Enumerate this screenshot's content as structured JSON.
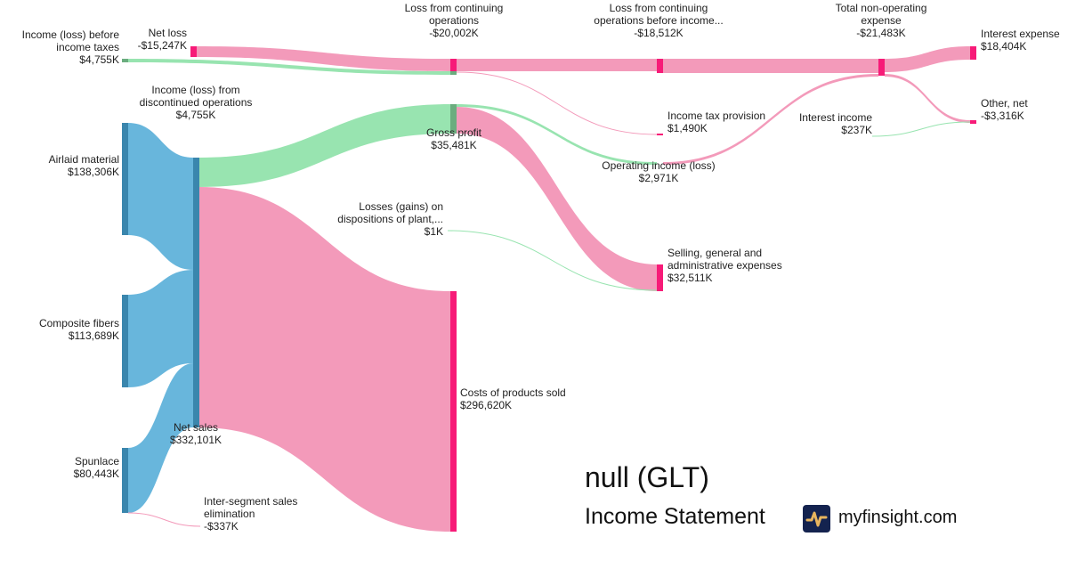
{
  "nodes": {
    "income_before_taxes": {
      "label": "Income (loss) before income taxes",
      "l1": "Income (loss) before",
      "l2": "income taxes",
      "value": "$4,755K"
    },
    "net_loss": {
      "label": "Net loss",
      "value": "-$15,247K"
    },
    "discontinued": {
      "l1": "Income (loss) from",
      "l2": "discontinued operations",
      "value": "$4,755K"
    },
    "loss_continuing": {
      "l1": "Loss from continuing",
      "l2": "operations",
      "value": "-$20,002K"
    },
    "loss_before_income": {
      "l1": "Loss from continuing",
      "l2": "operations before income...",
      "value": "-$18,512K"
    },
    "total_nonop": {
      "l1": "Total non-operating",
      "l2": "expense",
      "value": "-$21,483K"
    },
    "interest_expense": {
      "label": "Interest expense",
      "value": "$18,404K"
    },
    "other_net": {
      "label": "Other, net",
      "value": "-$3,316K"
    },
    "interest_income": {
      "label": "Interest income",
      "value": "$237K"
    },
    "income_tax": {
      "label": "Income tax provision",
      "value": "$1,490K"
    },
    "operating_income": {
      "label": "Operating income (loss)",
      "value": "$2,971K"
    },
    "gross_profit": {
      "label": "Gross profit",
      "value": "$35,481K"
    },
    "losses_dispositions": {
      "l1": "Losses (gains) on",
      "l2": "dispositions of plant,...",
      "value": "$1K"
    },
    "sga": {
      "l1": "Selling, general and",
      "l2": "administrative expenses",
      "value": "$32,511K"
    },
    "cogs": {
      "label": "Costs of products sold",
      "value": "$296,620K"
    },
    "airlaid": {
      "label": "Airlaid material",
      "value": "$138,306K"
    },
    "composite": {
      "label": "Composite fibers",
      "value": "$113,689K"
    },
    "spunlace": {
      "label": "Spunlace",
      "value": "$80,443K"
    },
    "net_sales": {
      "label": "Net sales",
      "value": "$332,101K"
    },
    "inter_segment": {
      "l1": "Inter-segment sales",
      "l2": "elimination",
      "value": "-$337K"
    }
  },
  "footer": {
    "title": "null (GLT)",
    "subtitle": "Income Statement",
    "site": "myfinsight.com"
  },
  "colors": {
    "revenue": "#68b6dc",
    "revenue_node": "#3a86ad",
    "profit": "#98e4b0",
    "profit_node": "#6bad7f",
    "expense": "#f39aba",
    "expense_node": "#f71b78"
  }
}
